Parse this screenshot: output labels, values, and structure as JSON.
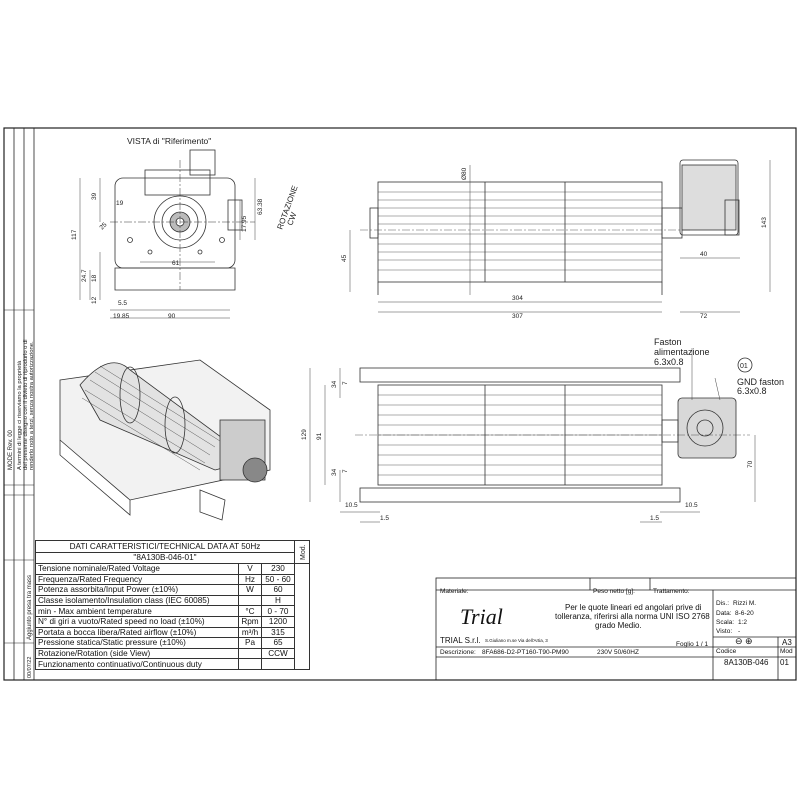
{
  "views": {
    "reference_title": "VISTA di \"Riferimento\"",
    "rotation_label": "ROTAZIONE",
    "rotation_dir": "CW",
    "faston_supply_line1": "Faston",
    "faston_supply_line2": "alimentazione",
    "faston_supply_size": "6.3x0.8",
    "gnd_line1": "GND  faston",
    "gnd_size": "6.3x0.8",
    "balloon": "01"
  },
  "dims": {
    "d39": "39",
    "d19": "19",
    "d117": "117",
    "d24_7": "24.7",
    "d18": "18",
    "d12": "12",
    "d5_5": "5.5",
    "d19_85": "19.85",
    "d90": "90",
    "d61": "61",
    "d17_95": "17.95",
    "d63_38": "63.38",
    "d25": "25",
    "d80": "Ø80",
    "d45": "45",
    "d143": "143",
    "d40": "40",
    "d304": "304",
    "d307": "307",
    "d72": "72",
    "d34a": "34",
    "d34b": "34",
    "d7a": "7",
    "d7b": "7",
    "d129": "129",
    "d91": "91",
    "d70": "70",
    "d10_5a": "10.5",
    "d10_5b": "10.5",
    "d1_5a": "1.5",
    "d1_5b": "1.5"
  },
  "margin_note": {
    "mod": "MODE Rev. 00",
    "text1": "A termini di legge ci riserviamo la proprietà",
    "text2": "del presente disegno con il divieto di riprodurlo o di",
    "text3": "renderlo noto a terzi, senza nostra autorizzazione.",
    "revision": "Aggiunto presa tra mass",
    "rev_date": "00/07/22"
  },
  "tech": {
    "header": "DATI CARATTERISTICI/TECHNICAL DATA AT 50Hz",
    "code": "\"8A130B-046-01\"",
    "mod_col": "Mod.",
    "rows": [
      {
        "label": "Tensione  nominale/Rated Voltage",
        "unit": "V",
        "value": "230"
      },
      {
        "label": "Frequenza/Rated Frequency",
        "unit": "Hz",
        "value": "50 - 60"
      },
      {
        "label": "Potenza assorbita/Input Power (±10%)",
        "unit": "W",
        "value": "60"
      },
      {
        "label": "Classe isolamento/Insulation class (IEC 60085)",
        "unit": "",
        "value": "H"
      },
      {
        "label": "min - Max ambient temperature",
        "unit": "°C",
        "value": "0 - 70"
      },
      {
        "label": "N° di giri a vuoto/Rated speed no load (±10%)",
        "unit": "Rpm",
        "value": "1200"
      },
      {
        "label": "Portata a bocca libera/Rated airflow (±10%)",
        "unit": "m³/h",
        "value": "315"
      },
      {
        "label": "Pressione statica/Static pressure (±10%)",
        "unit": "Pa",
        "value": "65"
      },
      {
        "label": "Rotazione/Rotation (side View)",
        "unit": "",
        "value": "CCW"
      },
      {
        "label": "Funzionamento continuativo/Continuous duty",
        "unit": "",
        "value": ""
      }
    ]
  },
  "title_block": {
    "materiale": "Materiale:",
    "peso": "Peso netto [g]:",
    "trattamento": "Trattamento:",
    "logo": "Trial",
    "note1": "Per le quote lineari ed angolari prive di",
    "note2": "tolleranza, riferirsi alla norma UNI ISO 2768",
    "note3": "grado Medio.",
    "company": "TRIAL S.r.l.",
    "address": "S.Giuliano m.se Via dell'Artia, 3",
    "foglio": "Foglio 1 / 1",
    "descr_label": "Descrizione:",
    "descr": "8FA686-D2-PT160-T90-PM90",
    "voltage": "230V   50/60HZ",
    "dis_label": "Dis.:",
    "dis": "Rizzi M.",
    "data_label": "Data:",
    "data": "8-6-20",
    "scala_label": "Scala:",
    "scala": "1:2",
    "visto_label": "Visto:",
    "visto": "-",
    "format": "A3",
    "codice_label": "Codice",
    "mod_label": "Mod",
    "codice": "8A130B-046",
    "mod": "01"
  }
}
